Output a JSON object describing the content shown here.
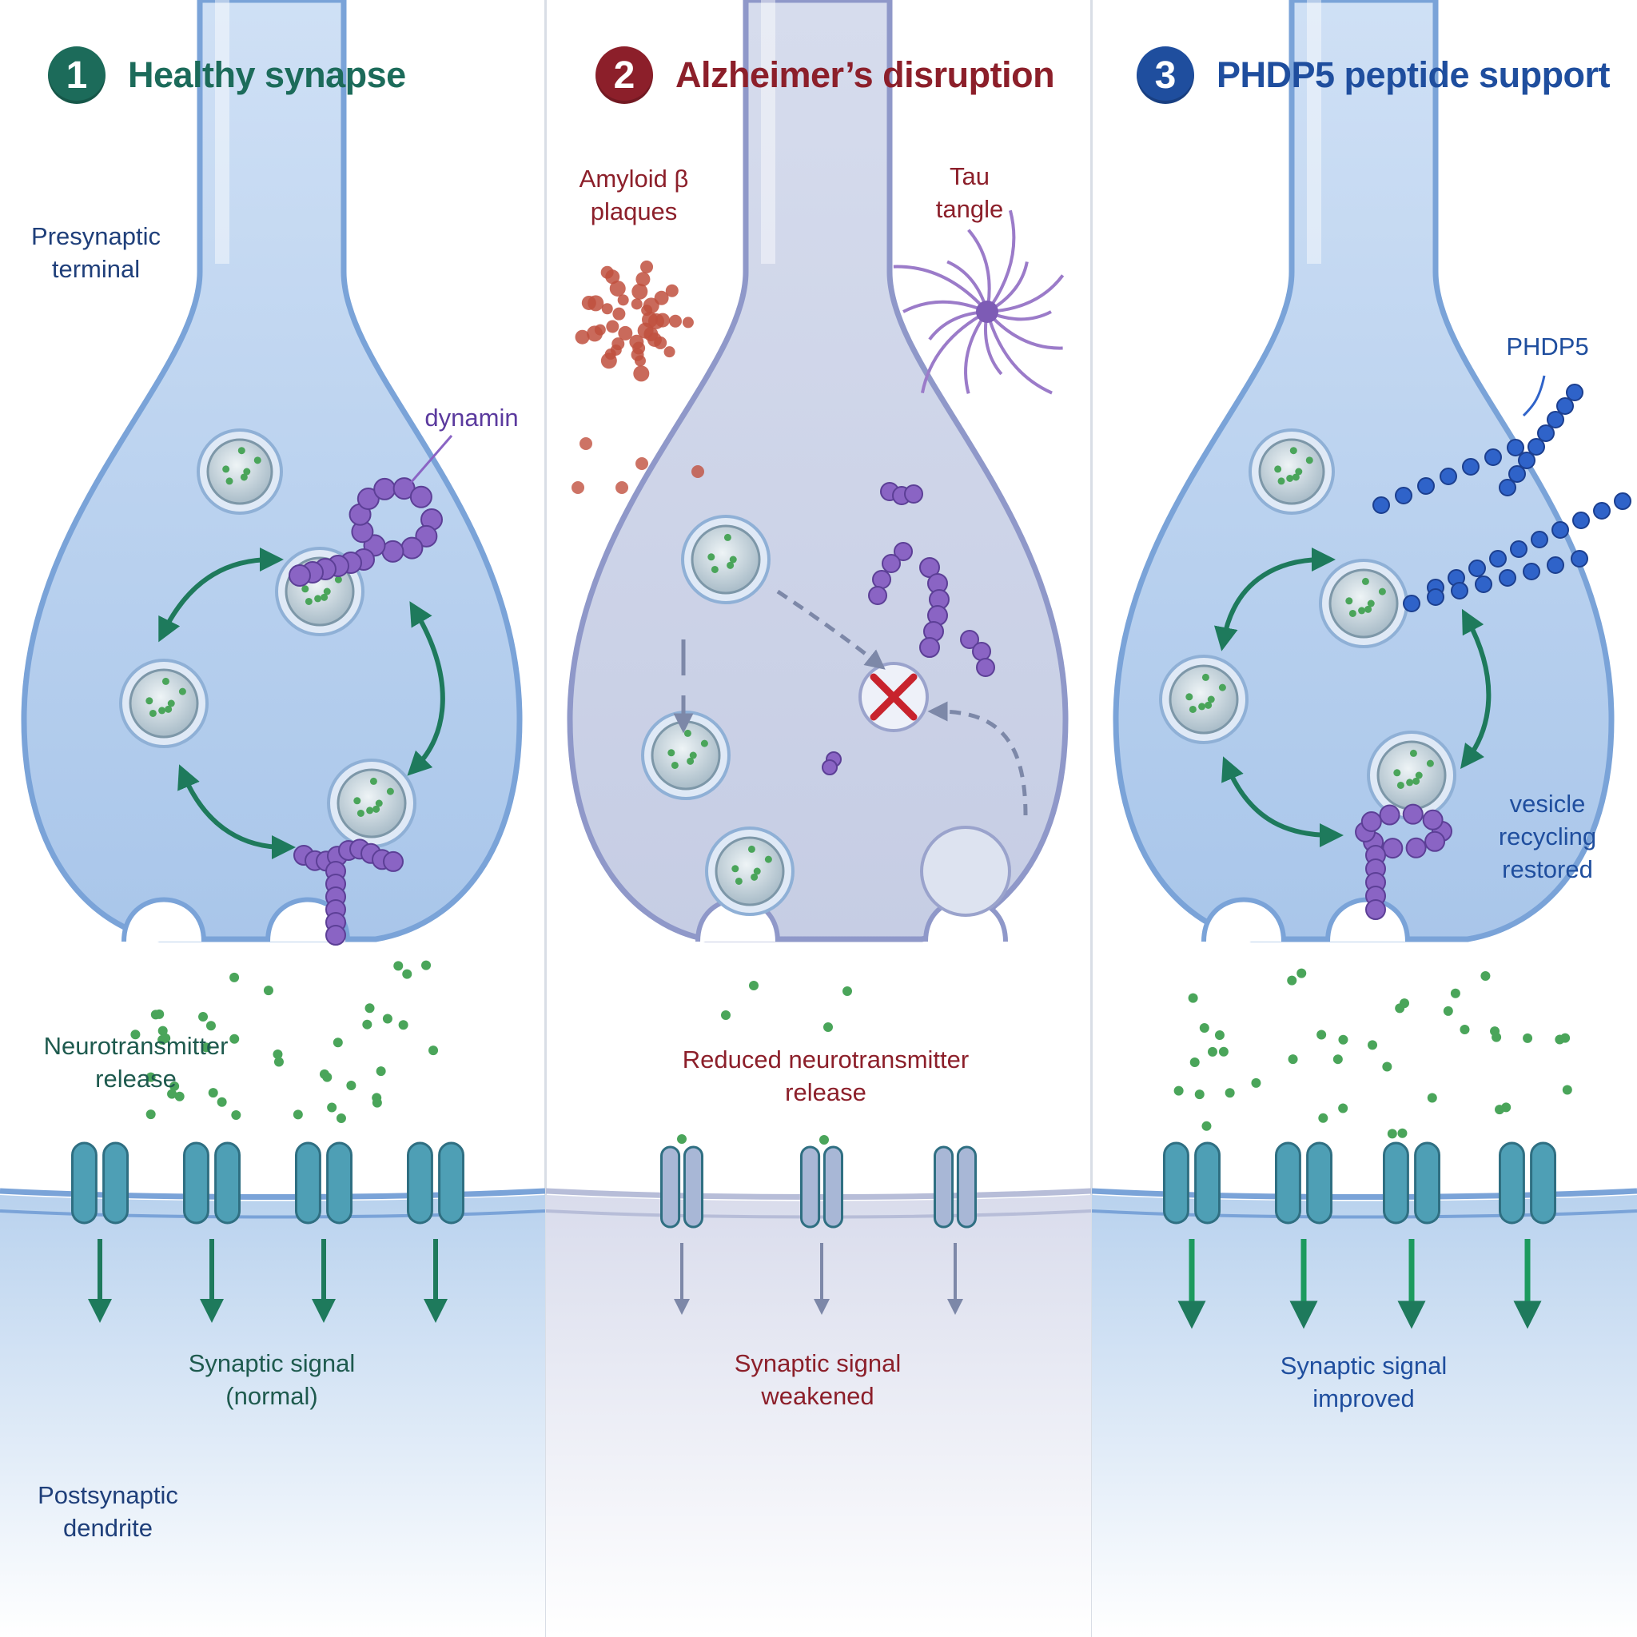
{
  "panels": [
    {
      "number": "1",
      "title": "Healthy synapse",
      "accent": "#1c6b5a",
      "labels": {
        "presynaptic": "Presynaptic\nterminal",
        "dynamin": "dynamin",
        "release": "Neurotransmitter\nrelease",
        "signal": "Synaptic signal\n(normal)",
        "postsynaptic": "Postsynaptic\ndendrite"
      }
    },
    {
      "number": "2",
      "title": "Alzheimer’s disruption",
      "accent": "#8c1f2a",
      "labels": {
        "amyloid": "Amyloid β\nplaques",
        "tau": "Tau\ntangle",
        "release": "Reduced neurotransmitter\nrelease",
        "signal": "Synaptic signal\nweakened"
      }
    },
    {
      "number": "3",
      "title": "PHDP5 peptide support",
      "accent": "#1f4e9e",
      "labels": {
        "peptide": "PHDP5",
        "recycling": "vesicle\nrecycling\nrestored",
        "signal": "Synaptic signal\nimproved"
      }
    }
  ],
  "colors": {
    "membrane": "#7aa3d8",
    "terminal_fill": "#c9dbf2",
    "vesicle_dot": "#4aa55a",
    "dynamin": "#8a64c4",
    "amyloid": "#c0503e",
    "tau": "#9b7bc9",
    "peptide": "#2f63c9",
    "receptor": "#4e9fb5",
    "arrow_green": "#1e7a5c",
    "arrow_gray": "#7d88a8",
    "block_x": "#c8232d"
  },
  "icons": [
    "number-badge-icon",
    "vesicle-icon",
    "dynamin-chain-icon",
    "amyloid-plaque-icon",
    "tau-tangle-icon",
    "peptide-chain-icon",
    "receptor-icon",
    "signal-arrow-icon",
    "block-x-icon"
  ]
}
